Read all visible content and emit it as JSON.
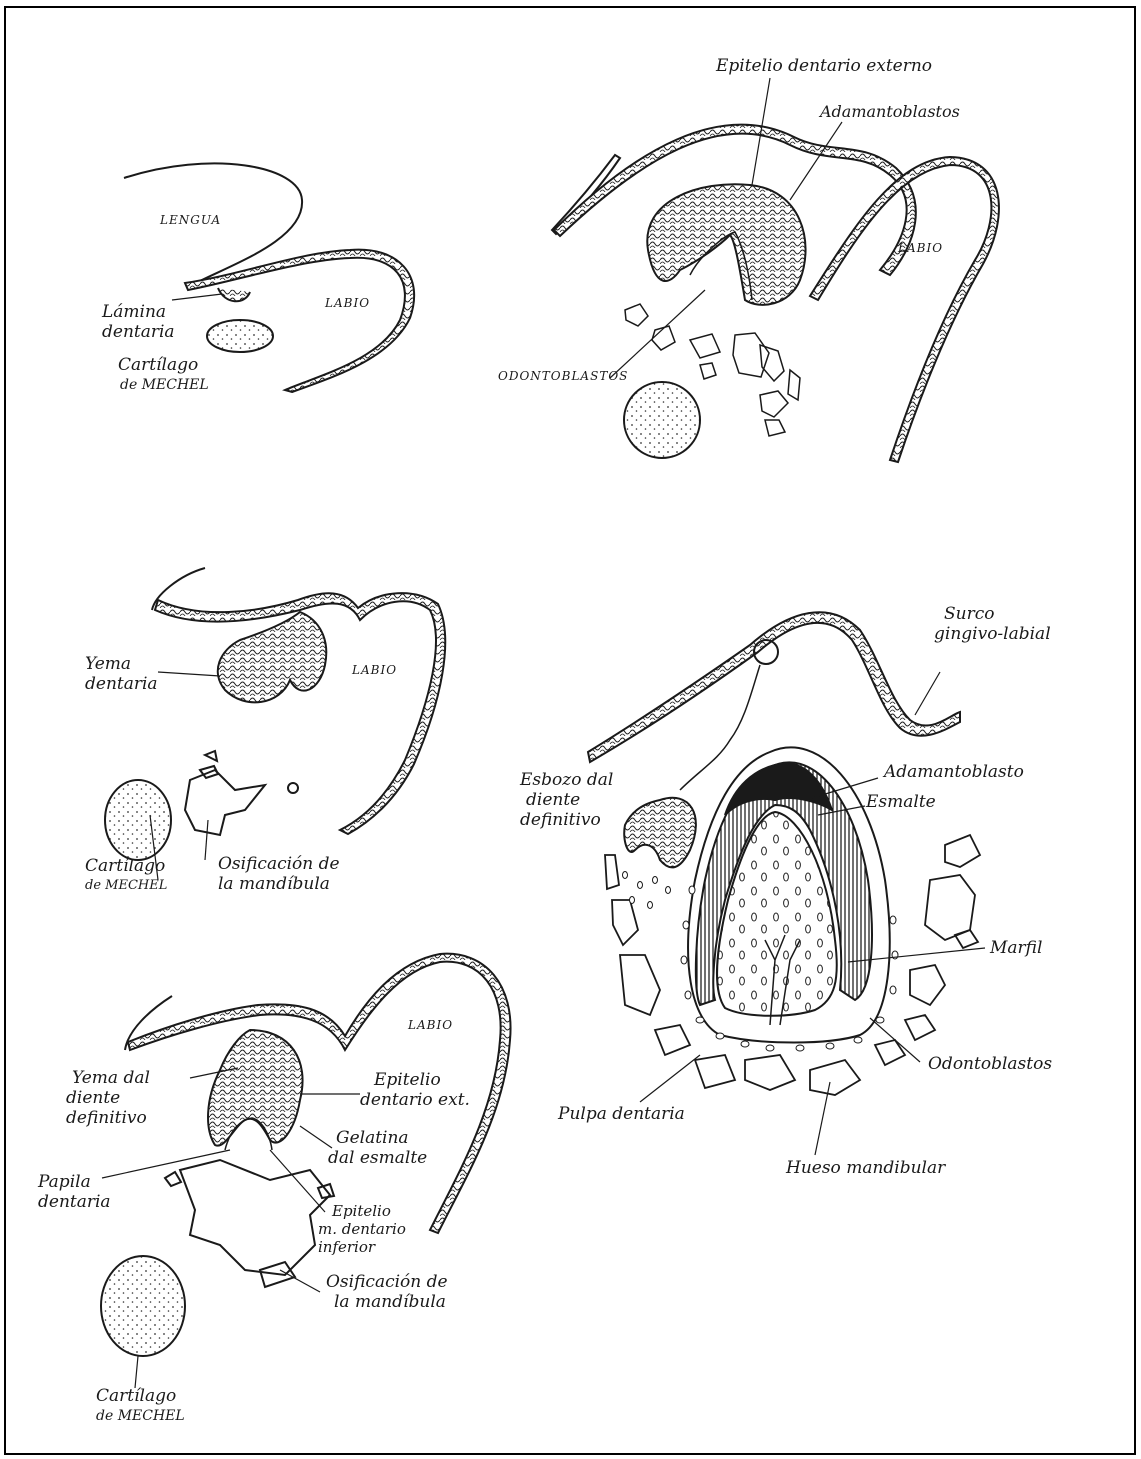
{
  "colors": {
    "ink": "#1a1a1a",
    "paper": "#ffffff",
    "frame": "#000000"
  },
  "fig1": {
    "lengua": "LENGUA",
    "labio": "LABIO",
    "lamina": [
      "Lámina",
      "dentaria"
    ],
    "cartilago": [
      "Cartílago",
      "de MECHEL"
    ]
  },
  "fig2": {
    "epitelio_externo": "Epitelio dentario externo",
    "adamantoblastos": "Adamantoblastos",
    "labio": "LABIO",
    "odontoblastos": "ODONTOBLASTOS"
  },
  "fig3": {
    "yema": [
      "Yema",
      "dentaria"
    ],
    "labio": "LABIO",
    "cartilago": [
      "Cartílago",
      "de MECHEL"
    ],
    "osificacion": [
      "Osificación de",
      "la mandíbula"
    ]
  },
  "fig4": {
    "labio": "LABIO",
    "yema": [
      "Yema dal",
      "diente definitivo"
    ],
    "epitelio_ext": [
      "Epitelio",
      "dentario ext."
    ],
    "gelatina": [
      "Gelatina",
      "dal esmalte"
    ],
    "papila": [
      "Papila",
      "dentaria"
    ],
    "epitelio_inf": [
      "Epitelio",
      "m. dentario",
      "inferior"
    ],
    "osificacion": [
      "Osificación de",
      "la mandíbula"
    ],
    "cartilago": [
      "Cartílago",
      "de MECHEL"
    ]
  },
  "fig5": {
    "surco": [
      "Surco",
      "gingivo-labial"
    ],
    "esbozo": [
      "Esbozo dal",
      "diente",
      "definitivo"
    ],
    "adamantoblasto": "Adamantoblasto",
    "esmalte": "Esmalte",
    "marfil": "Marfil",
    "odontoblastos": "Odontoblastos",
    "pulpa": "Pulpa dentaria",
    "hueso": "Hueso mandibular"
  }
}
